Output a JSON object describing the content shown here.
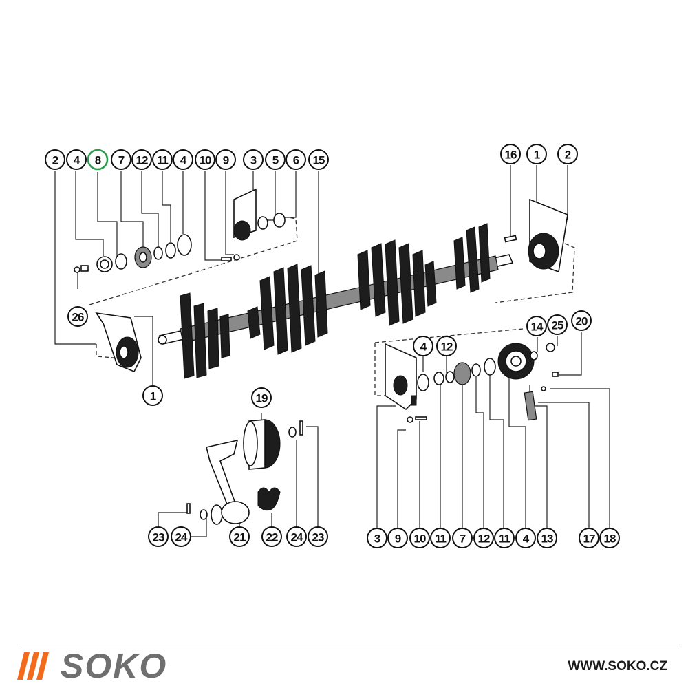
{
  "diagram": {
    "callouts": [
      {
        "label": "2"
      },
      {
        "label": "4"
      },
      {
        "label": "8",
        "highlighted": true
      },
      {
        "label": "7"
      },
      {
        "label": "12"
      },
      {
        "label": "11"
      },
      {
        "label": "4"
      },
      {
        "label": "10"
      },
      {
        "label": "9"
      },
      {
        "label": "3"
      },
      {
        "label": "5"
      },
      {
        "label": "6"
      },
      {
        "label": "15"
      },
      {
        "label": "16"
      },
      {
        "label": "1"
      },
      {
        "label": "2"
      },
      {
        "label": "26"
      },
      {
        "label": "1"
      },
      {
        "label": "14"
      },
      {
        "label": "25"
      },
      {
        "label": "20"
      },
      {
        "label": "4"
      },
      {
        "label": "12"
      },
      {
        "label": "19"
      },
      {
        "label": "23"
      },
      {
        "label": "24"
      },
      {
        "label": "21"
      },
      {
        "label": "22"
      },
      {
        "label": "24"
      },
      {
        "label": "23"
      },
      {
        "label": "3"
      },
      {
        "label": "9"
      },
      {
        "label": "10"
      },
      {
        "label": "11"
      },
      {
        "label": "7"
      },
      {
        "label": "12"
      },
      {
        "label": "11"
      },
      {
        "label": "4"
      },
      {
        "label": "13"
      },
      {
        "label": "17"
      },
      {
        "label": "18"
      }
    ],
    "highlight_color": "#2e9a4e"
  },
  "footer": {
    "brand_name": "SOKO",
    "bar_color": "#f26a1b",
    "website": "WWW.SOKO.CZ"
  }
}
